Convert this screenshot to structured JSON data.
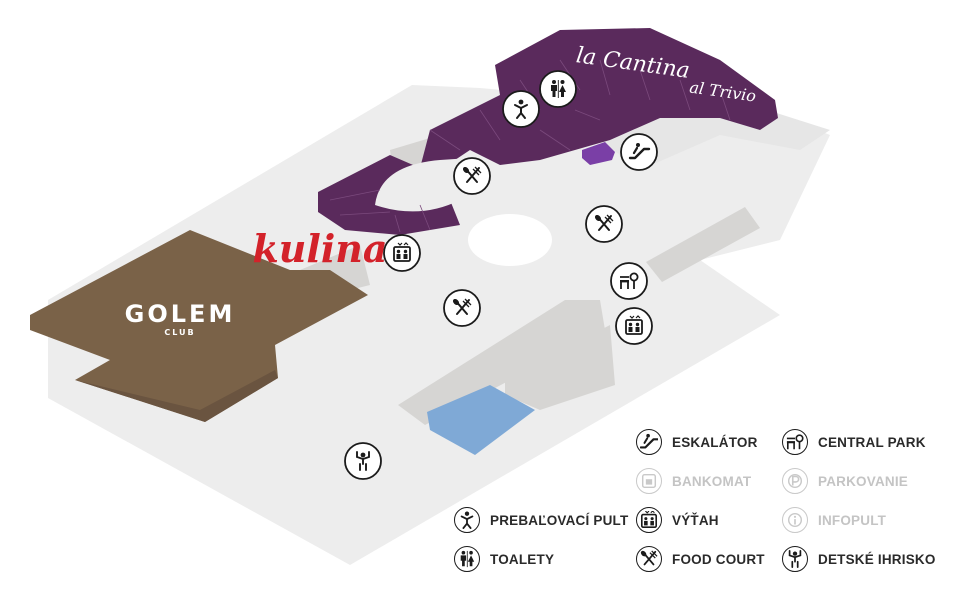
{
  "map": {
    "labels": {
      "lacantina": "la Cantina",
      "altrivio": "al Trivio",
      "kulina": "kulina",
      "golem": "GOLEM",
      "golem_sub": "CLUB"
    },
    "colors": {
      "floor": "#ededed",
      "block": "#d6d5d3",
      "purple": "#5a2a5c",
      "violet": "#7a3fa6",
      "brown": "#7a6248",
      "water": "#7fa9d6",
      "kulina_red": "#d3222a"
    },
    "icons": [
      {
        "kind": "toilets-icon"
      },
      {
        "kind": "baby-change-icon"
      },
      {
        "kind": "escalator-icon"
      },
      {
        "kind": "food-court-icon"
      },
      {
        "kind": "food-court-icon"
      },
      {
        "kind": "elevator-icon"
      },
      {
        "kind": "central-park-icon"
      },
      {
        "kind": "food-court-icon"
      },
      {
        "kind": "elevator-icon"
      },
      {
        "kind": "playground-icon"
      }
    ]
  },
  "legend": {
    "items": [
      {
        "label": "PREBAĽOVACÍ PULT",
        "icon": "baby-change-icon",
        "active": true
      },
      {
        "label": "TOALETY",
        "icon": "toilets-icon",
        "active": true
      },
      {
        "label": "ESKALÁTOR",
        "icon": "escalator-icon",
        "active": true
      },
      {
        "label": "BANKOMAT",
        "icon": "atm-icon",
        "active": false
      },
      {
        "label": "VÝŤAH",
        "icon": "elevator-icon",
        "active": true
      },
      {
        "label": "FOOD COURT",
        "icon": "food-court-icon",
        "active": true
      },
      {
        "label": "CENTRAL PARK",
        "icon": "central-park-icon",
        "active": true
      },
      {
        "label": "PARKOVANIE",
        "icon": "parking-icon",
        "active": false
      },
      {
        "label": "INFOPULT",
        "icon": "info-icon",
        "active": false
      },
      {
        "label": "DETSKÉ IHRISKO",
        "icon": "playground-icon",
        "active": true
      }
    ]
  }
}
